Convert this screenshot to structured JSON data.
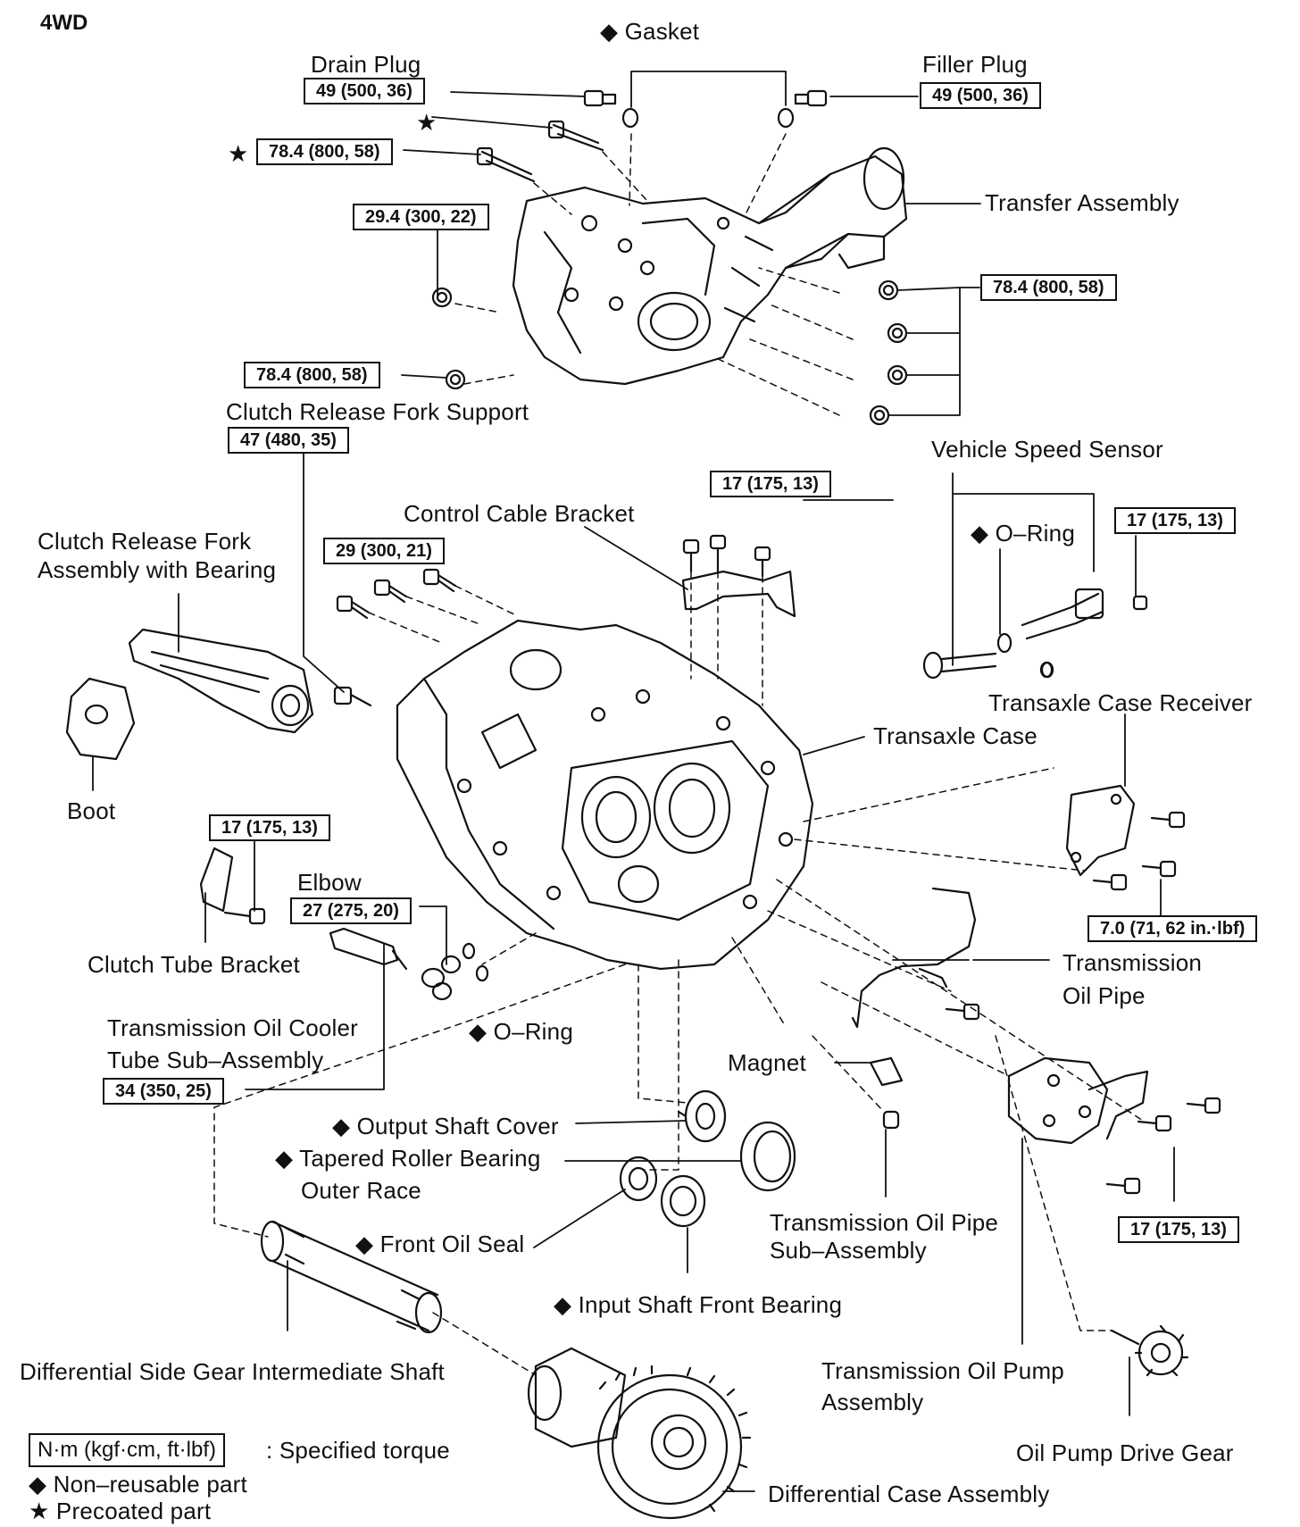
{
  "title": "4WD",
  "callouts": {
    "gasket_top": "◆ Gasket",
    "drain_plug": "Drain Plug",
    "filler_plug": "Filler Plug",
    "transfer_assembly": "Transfer Assembly",
    "clutch_release_fork_support": "Clutch Release Fork Support",
    "vehicle_speed_sensor": "Vehicle Speed Sensor",
    "control_cable_bracket": "Control Cable Bracket",
    "o_ring_speed_sensor": "◆ O–Ring",
    "clutch_release_fork_assembly_line1": "Clutch Release Fork",
    "clutch_release_fork_assembly_line2": "Assembly with Bearing",
    "transaxle_case_receiver": "Transaxle Case Receiver",
    "transaxle_case": "Transaxle Case",
    "boot": "Boot",
    "elbow": "Elbow",
    "clutch_tube_bracket": "Clutch Tube Bracket",
    "transmission_oil_pipe_line1": "Transmission",
    "transmission_oil_pipe_line2": "Oil Pipe",
    "transmission_oil_cooler_line1": "Transmission Oil Cooler",
    "transmission_oil_cooler_line2": "Tube Sub–Assembly",
    "o_ring_elbow": "◆ O–Ring",
    "magnet": "Magnet",
    "output_shaft_cover": "◆ Output Shaft Cover",
    "tapered_roller_bearing_line1": "◆ Tapered Roller Bearing",
    "tapered_roller_bearing_line2": "Outer Race",
    "front_oil_seal": "◆ Front Oil Seal",
    "transmission_oil_pipe_sub_line1": "Transmission Oil Pipe",
    "transmission_oil_pipe_sub_line2": "Sub–Assembly",
    "input_shaft_front_bearing": "◆ Input Shaft Front Bearing",
    "differential_side_gear_shaft": "Differential Side Gear Intermediate Shaft",
    "transmission_oil_pump_line1": "Transmission Oil Pump",
    "transmission_oil_pump_line2": "Assembly",
    "oil_pump_drive_gear": "Oil Pump Drive Gear",
    "differential_case_assembly": "Differential Case Assembly"
  },
  "torque_specs": {
    "drain_plug": "49 (500, 36)",
    "filler_plug": "49 (500, 36)",
    "precoated_bolt": "78.4 (800, 58)",
    "transfer_bolt_left": "29.4 (300, 22)",
    "transfer_nuts_right": "78.4 (800, 58)",
    "transfer_nut_lower": "78.4 (800, 58)",
    "fork_support": "47 (480, 35)",
    "control_cable_bracket": "17 (175, 13)",
    "speed_sensor": "17 (175, 13)",
    "case_bolts_left": "29 (300, 21)",
    "clutch_tube_bracket": "17 (175, 13)",
    "elbow": "27 (275, 20)",
    "case_receiver": "7.0 (71, 62 in.·lbf)",
    "oil_cooler_tube": "34 (350, 25)",
    "oil_pump": "17 (175, 13)"
  },
  "markers": {
    "star": "★"
  },
  "legend": {
    "unit_box": "N·m (kgf·cm, ft·lbf)",
    "unit_text": ": Specified torque",
    "non_reusable": "◆ Non–reusable part",
    "precoated": "★ Precoated part"
  }
}
